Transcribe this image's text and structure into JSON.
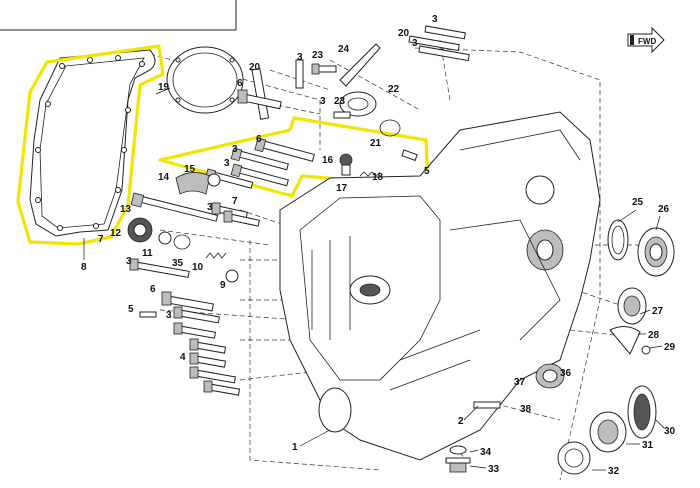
{
  "highlight_color": "#f2e600",
  "fwd_label": "FWD",
  "callouts": {
    "c1": "1",
    "c2": "2",
    "c3a": "3",
    "c3b": "3",
    "c3c": "3",
    "c3d": "3",
    "c3e": "3",
    "c3f": "3",
    "c3g": "3",
    "c3h": "3",
    "c3i": "3",
    "c4": "4",
    "c5a": "5",
    "c5b": "5",
    "c6a": "6",
    "c6b": "6",
    "c6c": "6",
    "c7a": "7",
    "c7b": "7",
    "c8": "8",
    "c9": "9",
    "c10": "10",
    "c11": "11",
    "c12": "12",
    "c13": "13",
    "c14": "14",
    "c15": "15",
    "c16": "16",
    "c17": "17",
    "c18": "18",
    "c19": "19",
    "c20a": "20",
    "c20b": "20",
    "c21": "21",
    "c22": "22",
    "c23a": "23",
    "c23b": "23",
    "c24": "24",
    "c25": "25",
    "c26": "26",
    "c27": "27",
    "c28": "28",
    "c29": "29",
    "c30": "30",
    "c31": "31",
    "c32": "32",
    "c33": "33",
    "c34": "34",
    "c35": "35",
    "c36": "36",
    "c37": "37",
    "c38": "38"
  }
}
